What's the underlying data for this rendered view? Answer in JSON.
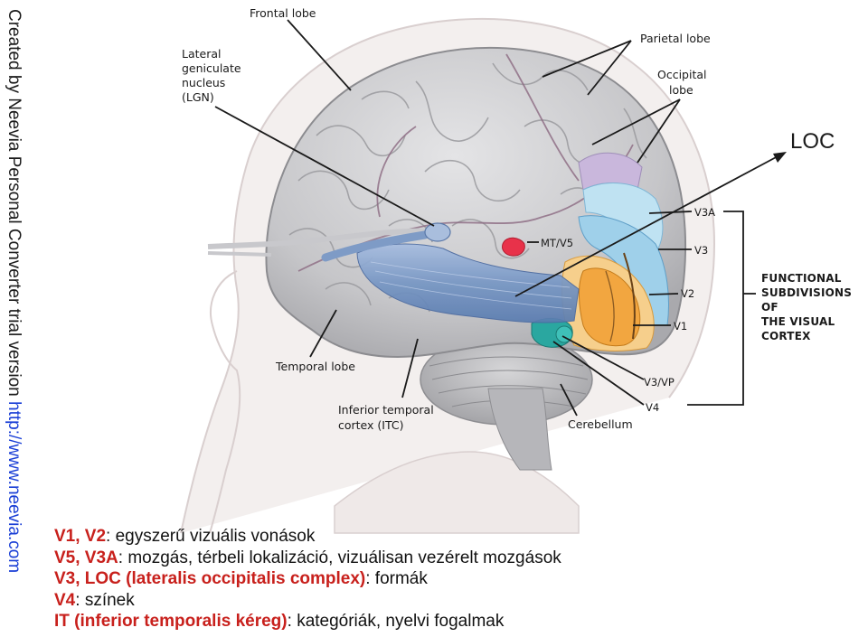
{
  "watermark": {
    "text": "Created by Neevia Personal Converter trial version ",
    "link": "http://www.neevia.com"
  },
  "labels": {
    "frontal_lobe": "Frontal lobe",
    "lgn_line1": "Lateral",
    "lgn_line2": "geniculate",
    "lgn_line3": "nucleus",
    "lgn_line4": "(LGN)",
    "parietal_lobe": "Parietal lobe",
    "occipital_line1": "Occipital",
    "occipital_line2": "lobe",
    "mt_v5": "MT/V5",
    "v3a": "V3A",
    "v3": "V3",
    "v2": "V2",
    "v1": "V1",
    "v3vp": "V3/VP",
    "v4": "V4",
    "temporal_lobe": "Temporal lobe",
    "itc_line1": "Inferior temporal",
    "itc_line2": "cortex (ITC)",
    "cerebellum": "Cerebellum",
    "func_line1": "FUNCTIONAL",
    "func_line2": "SUBDIVISIONS OF",
    "func_line3": "THE VISUAL CORTEX",
    "loc": "LOC"
  },
  "legend": [
    {
      "key": "V1, V2",
      "sep": ": ",
      "text": "egyszerű vizuális vonások"
    },
    {
      "key": "V5, V3A",
      "sep": ": ",
      "text": "mozgás, térbeli lokalizáció, vizuálisan vezérelt mozgások"
    },
    {
      "key": "V3, LOC (lateralis occipitalis complex)",
      "sep": ": ",
      "text": "formák"
    },
    {
      "key": "V4",
      "sep": ": ",
      "text": "színek"
    },
    {
      "key": "IT (inferior temporalis kéreg)",
      "sep": ": ",
      "text": "kategóriák, nyelvi fogalmak"
    }
  ],
  "colors": {
    "key_text": "#c8201c",
    "watermark_link": "#1a3fd6",
    "brain": "#c9c9cb",
    "v1": "#f2a640",
    "v2": "#f6cf8c",
    "v3": "#9fd0ea",
    "v3a": "#bfe2f2",
    "parietal_purple": "#c9b7dc",
    "mt_v5": "#e8324a",
    "v4": "#2aa7a0",
    "optic_tract": "#7e9bc6"
  }
}
